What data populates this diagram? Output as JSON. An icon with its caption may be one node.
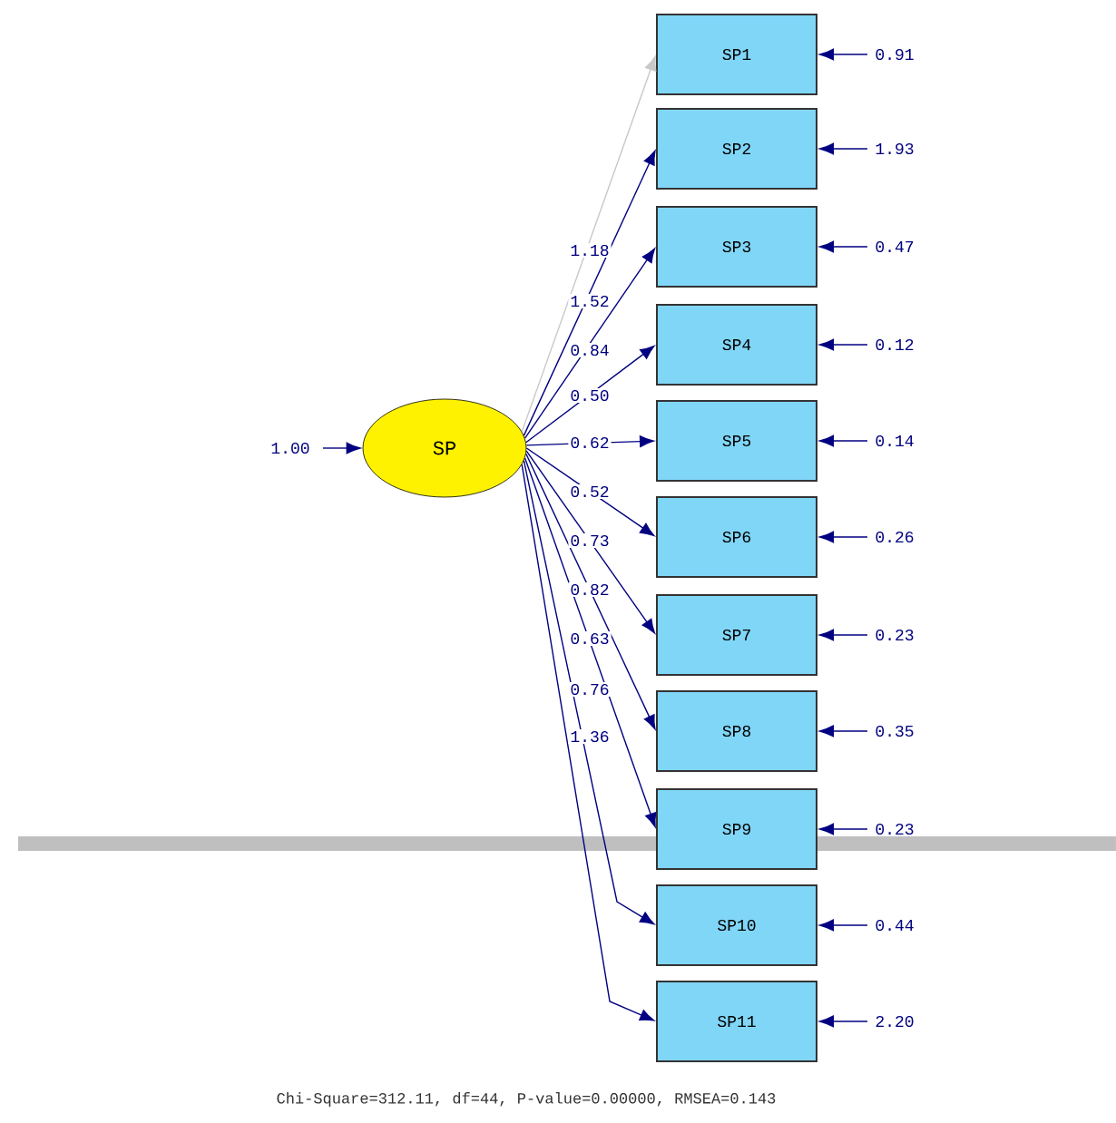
{
  "diagram": {
    "nodes": [
      {
        "text": [
          "SP"
        ]
      },
      {
        "text": [
          "SP1"
        ]
      },
      {
        "text": [
          "SP2"
        ]
      },
      {
        "text": [
          "SP3"
        ]
      },
      {
        "text": [
          "SP4"
        ]
      },
      {
        "text": [
          "SP5"
        ]
      },
      {
        "text": [
          "SP6"
        ]
      },
      {
        "text": [
          "SP7"
        ]
      },
      {
        "text": [
          "SP8"
        ]
      },
      {
        "text": [
          "SP9"
        ]
      },
      {
        "text": [
          "SP10"
        ]
      },
      {
        "text": [
          "SP11"
        ]
      }
    ],
    "edges": [
      {
        "from": 0,
        "to": 1,
        "arrow": "to",
        "label": "1.18",
        "color": "#c8c8c8"
      },
      {
        "from": 0,
        "to": 2,
        "arrow": "to",
        "label": "1.52"
      },
      {
        "from": 0,
        "to": 3,
        "arrow": "to",
        "label": "0.84"
      },
      {
        "from": 0,
        "to": 4,
        "arrow": "to",
        "label": "0.50"
      },
      {
        "from": 0,
        "to": 5,
        "arrow": "to",
        "label": "0.62"
      },
      {
        "from": 0,
        "to": 6,
        "arrow": "to",
        "label": "0.52"
      },
      {
        "from": 0,
        "to": 7,
        "arrow": "to",
        "label": "0.73"
      },
      {
        "from": 0,
        "to": 8,
        "arrow": "to",
        "label": "0.82"
      },
      {
        "from": 0,
        "to": 9,
        "arrow": "to",
        "label": "0.63"
      },
      {
        "from": 0,
        "to": 10,
        "arrow": "to",
        "label": "0.76"
      },
      {
        "from": 0,
        "to": 11,
        "arrow": "to",
        "label": "1.36"
      },
      {
        "from": null,
        "to": 0,
        "arrow": "to",
        "label": "1.00"
      },
      {
        "from": null,
        "to": 1,
        "arrow": "to",
        "label": "0.91"
      },
      {
        "from": null,
        "to": 2,
        "arrow": "to",
        "label": "1.93"
      },
      {
        "from": null,
        "to": 3,
        "arrow": "to",
        "label": "0.47"
      },
      {
        "from": null,
        "to": 4,
        "arrow": "to",
        "label": "0.12"
      },
      {
        "from": null,
        "to": 5,
        "arrow": "to",
        "label": "0.14"
      },
      {
        "from": null,
        "to": 6,
        "arrow": "to",
        "label": "0.26"
      },
      {
        "from": null,
        "to": 7,
        "arrow": "to",
        "label": "0.23"
      },
      {
        "from": null,
        "to": 8,
        "arrow": "to",
        "label": "0.35"
      },
      {
        "from": null,
        "to": 9,
        "arrow": "to",
        "label": "0.23"
      },
      {
        "from": null,
        "to": 10,
        "arrow": "to",
        "label": "0.44"
      },
      {
        "from": null,
        "to": 11,
        "arrow": "to",
        "label": "2.20"
      }
    ],
    "labels": [
      "Chi-Square=312.11, df=44, P-value=0.00000, RMSEA=0.143"
    ]
  }
}
